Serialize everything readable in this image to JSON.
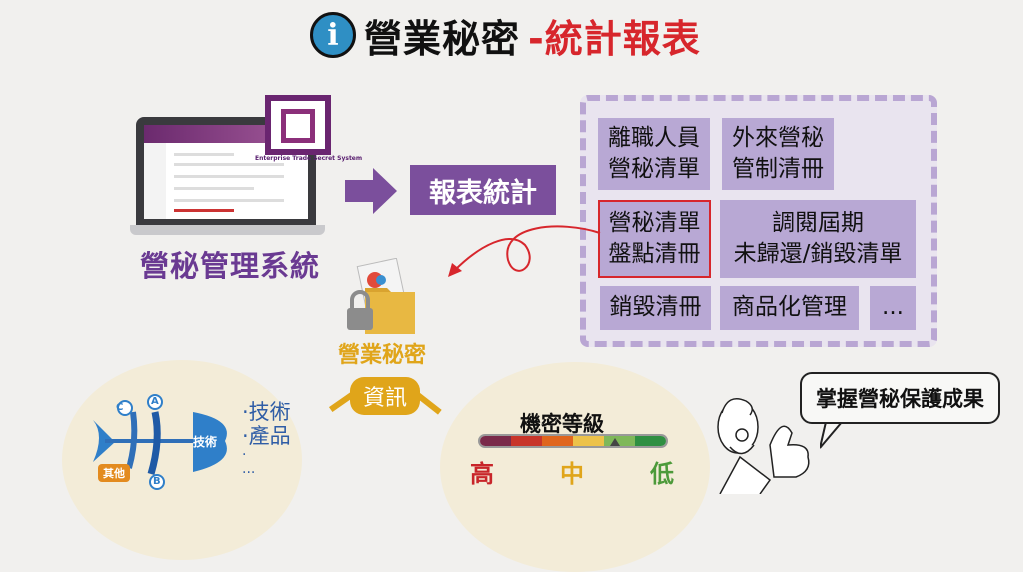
{
  "title": {
    "icon": "info-icon",
    "icon_glyph": "i",
    "part1": "營業秘密",
    "part2": "-統計報表",
    "part2_color": "#d7262c"
  },
  "system": {
    "logo_caption": "Enterprise Trade Secret System",
    "caption": "營秘管理系統"
  },
  "report_label": "報表統計",
  "reports": [
    "離職人員\n營秘清單",
    "外來營秘\n管制清冊",
    "營秘清單\n盤點清冊",
    "調閱屆期\n未歸還/銷毀清單",
    "銷毀清冊",
    "商品化管理",
    "..."
  ],
  "center": {
    "label": "營業秘密",
    "pill": "資訊"
  },
  "fishbone": {
    "head": "技術",
    "tag": "其他",
    "nodes": [
      "A",
      "B",
      "C"
    ],
    "list": [
      "·技術",
      "·產品",
      "·",
      "..."
    ]
  },
  "confidentiality": {
    "title": "機密等級",
    "high": "高",
    "mid": "中",
    "low": "低",
    "level_fraction": 0.72
  },
  "bubble": "掌握營秘保護成果",
  "colors": {
    "purple": "#7b4f9c",
    "gold": "#e0a51a",
    "red": "#d7262c",
    "blue": "#2f6fb8"
  }
}
